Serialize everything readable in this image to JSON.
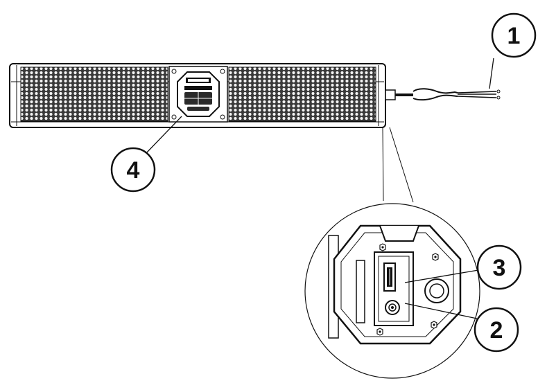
{
  "callouts": [
    {
      "label": "1",
      "part": "power-wires"
    },
    {
      "label": "2",
      "part": "aux-input-jack"
    },
    {
      "label": "3",
      "part": "usb-port"
    },
    {
      "label": "4",
      "part": "control-panel"
    }
  ],
  "colors": {
    "line": "#111111",
    "grille": "#2a2a2a",
    "background": "#ffffff"
  }
}
